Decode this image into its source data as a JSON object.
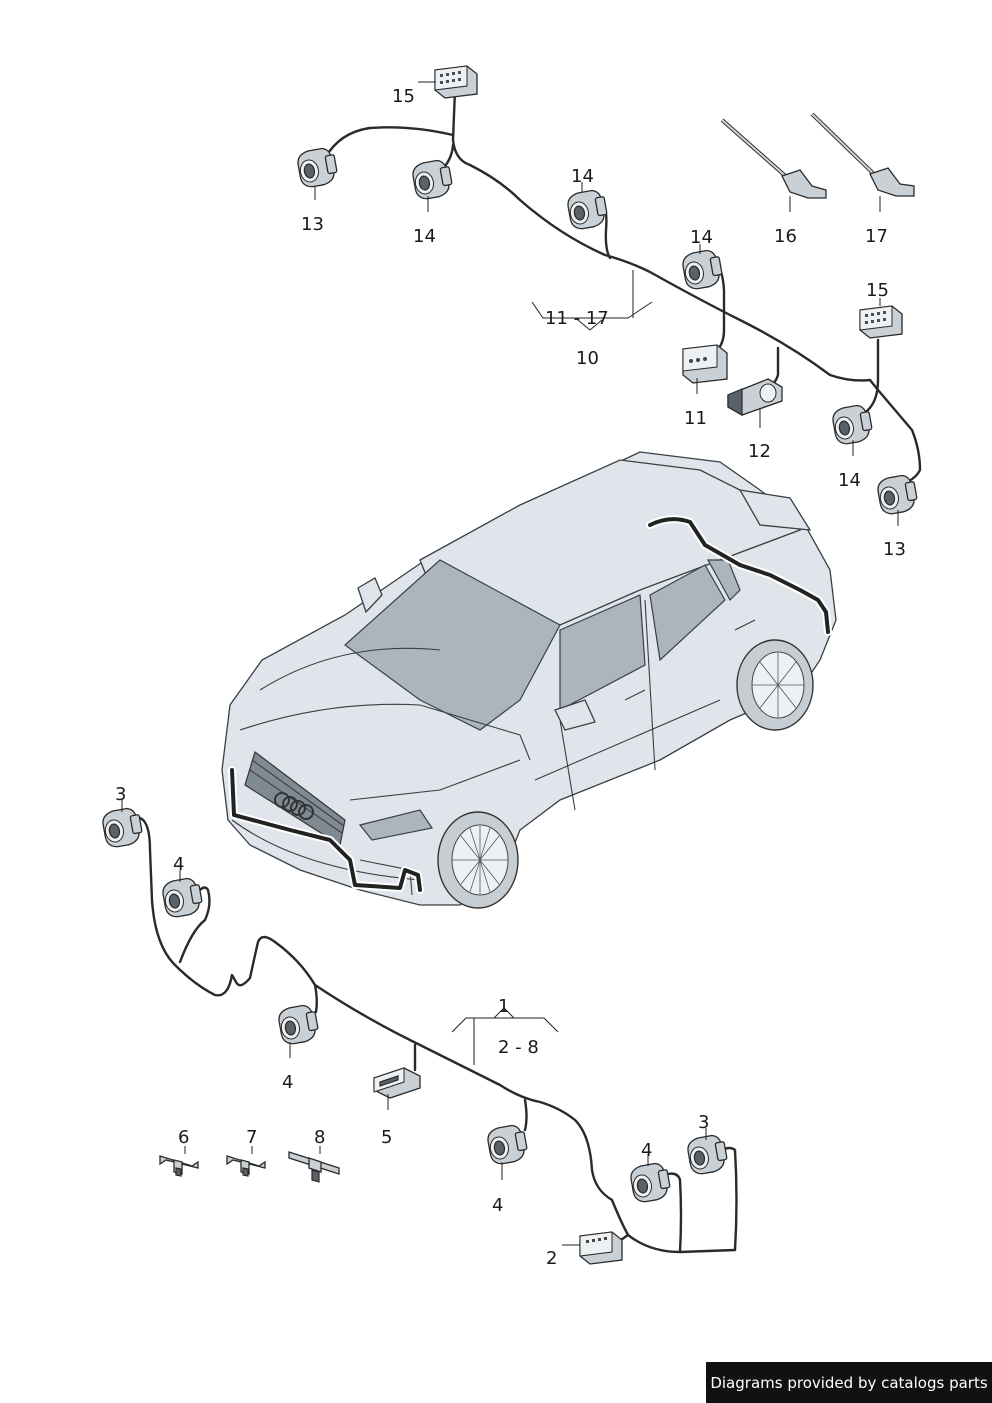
{
  "labels": {
    "l1": "1",
    "l2_8": "2 - 8",
    "l2": "2",
    "l3a": "3",
    "l3b": "3",
    "l4a": "4",
    "l4b": "4",
    "l4c": "4",
    "l4d": "4",
    "l5": "5",
    "l6": "6",
    "l7": "7",
    "l8": "8",
    "l10": "10",
    "l11_17": "11 - 17",
    "l11": "11",
    "l12": "12",
    "l13a": "13",
    "l13b": "13",
    "l14a": "14",
    "l14b": "14",
    "l14c": "14",
    "l14d": "14",
    "l15a": "15",
    "l15b": "15",
    "l16": "16",
    "l17": "17"
  },
  "footer": {
    "credit": "Diagrams provided by catalogs parts"
  }
}
